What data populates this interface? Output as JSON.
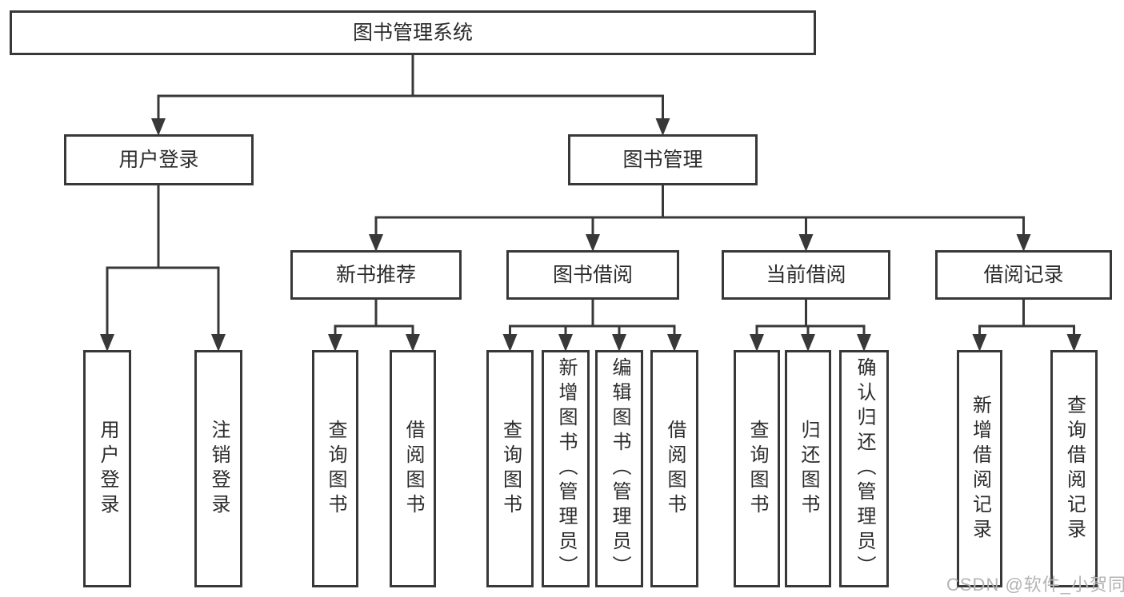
{
  "root": {
    "label": "图书管理系统"
  },
  "branches": [
    {
      "label": "用户登录",
      "children": [
        "用户登录",
        "注销登录"
      ]
    },
    {
      "label": "图书管理",
      "sections": [
        {
          "label": "新书推荐",
          "children": [
            "查询图书",
            "借阅图书"
          ]
        },
        {
          "label": "图书借阅",
          "children": [
            "查询图书",
            "新增图书（管理员）",
            "编辑图书（管理员）",
            "借阅图书"
          ]
        },
        {
          "label": "当前借阅",
          "children": [
            "查询图书",
            "归还图书",
            "确认归还（管理员）"
          ]
        },
        {
          "label": "借阅记录",
          "children": [
            "新增借阅记录",
            "查询借阅记录"
          ]
        }
      ]
    }
  ],
  "watermark": "CSDN @软件_小贺同学",
  "colors": {
    "line": "#383838",
    "text": "#2b2b2b",
    "watermark": "#b3b3b3",
    "background": "#ffffff"
  }
}
